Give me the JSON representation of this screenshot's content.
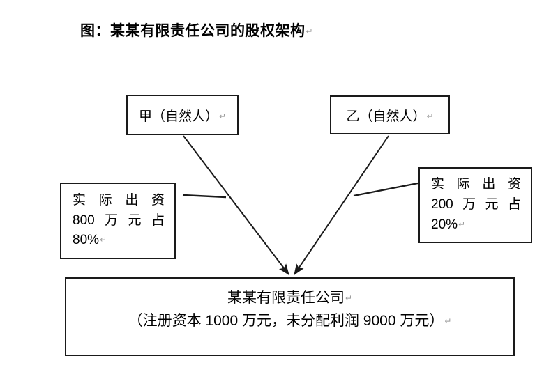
{
  "page": {
    "background": "#ffffff",
    "ink": "#1a1a1a",
    "pilcrow": "↵"
  },
  "title": {
    "text": "图：某某有限责任公司的股权架构",
    "mark": "↵"
  },
  "shareholders": [
    {
      "id": "jia",
      "label": "甲（自然人）",
      "mark": "↵"
    },
    {
      "id": "yi",
      "label": "乙（自然人）",
      "mark": "↵"
    }
  ],
  "notes": [
    {
      "id": "note-left",
      "for": "jia",
      "lines": [
        {
          "cells": [
            "实",
            "际",
            "出",
            "资"
          ],
          "justify": true
        },
        {
          "cells": [
            "800",
            "万",
            "元",
            "占"
          ],
          "justify": true
        },
        {
          "text": "80%",
          "mark": "↵",
          "justify": false
        }
      ],
      "plain_text": "实际出资 800 万元占 80%",
      "amount": "800 万元",
      "percent": "80%"
    },
    {
      "id": "note-right",
      "for": "yi",
      "lines": [
        {
          "cells": [
            "实",
            "际",
            "出",
            "资"
          ],
          "justify": true
        },
        {
          "cells": [
            "200",
            "万",
            "元",
            "占"
          ],
          "justify": true
        },
        {
          "text": "20%",
          "mark": "↵",
          "justify": false
        }
      ],
      "plain_text": "实际出资 200 万元占 20%",
      "amount": "200 万元",
      "percent": "20%"
    }
  ],
  "company": {
    "name": "某某有限责任公司",
    "name_mark": "↵",
    "detail": "（注册资本 1000 万元，未分配利润 9000 万元）",
    "detail_mark": "↵",
    "registered_capital": "1000 万元",
    "undistributed_profit": "9000 万元"
  },
  "connectors": {
    "arrow_jia_to_company": {
      "from": [
        263,
        195
      ],
      "to": [
        415,
        396
      ]
    },
    "arrow_yi_to_company": {
      "from": [
        557,
        195
      ],
      "to": [
        421,
        396
      ]
    },
    "leader_left": {
      "from": [
        262,
        280
      ],
      "to": [
        324,
        283
      ]
    },
    "leader_right": {
      "from": [
        507,
        281
      ],
      "to": [
        599,
        263
      ]
    }
  }
}
